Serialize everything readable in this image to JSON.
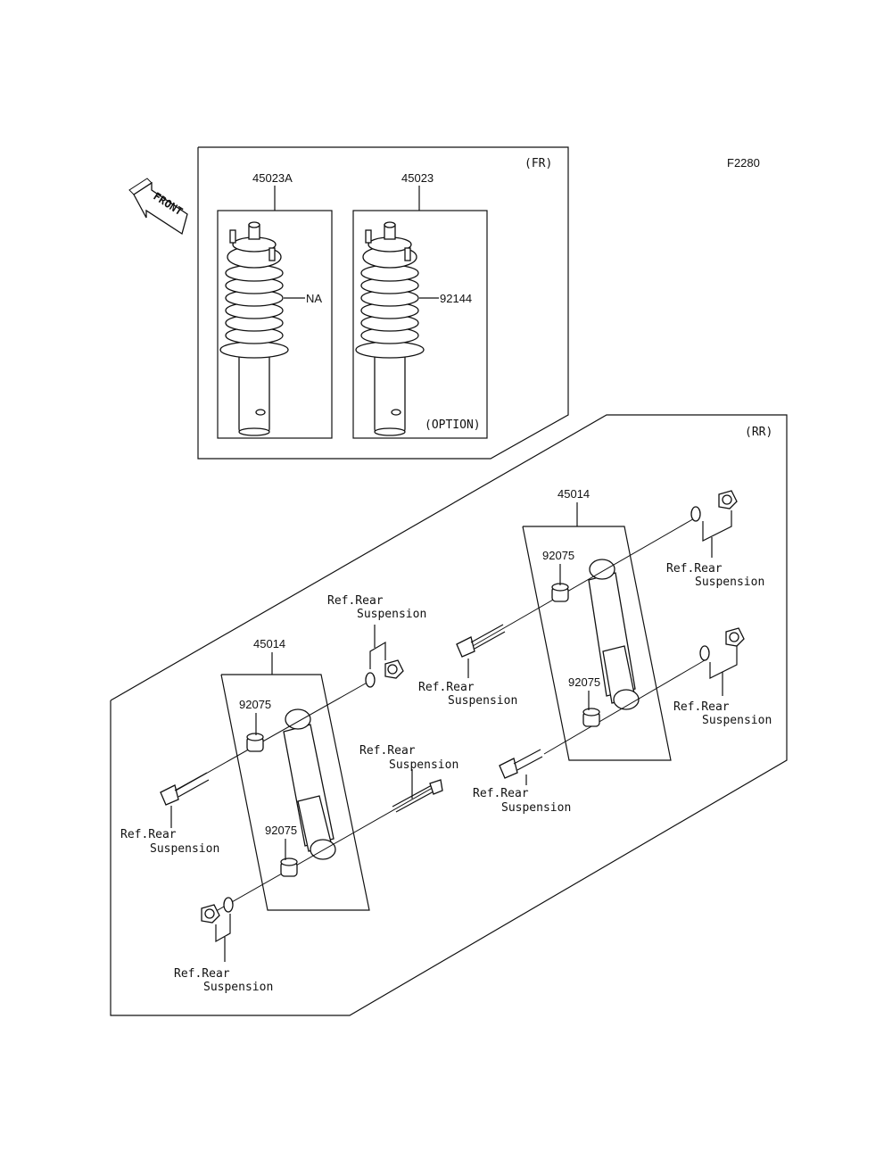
{
  "figure_code": "F2280",
  "front_arrow_label": "FRONT",
  "front_section": {
    "tag": "(FR)",
    "option_label": "(OPTION)",
    "parts": {
      "assy_a": "45023A",
      "assy_b": "45023",
      "spring_a": "NA",
      "spring_b": "92144"
    }
  },
  "rear_section": {
    "tag": "(RR)",
    "shock_left": "45014",
    "shock_right": "45014",
    "bushing": "92075",
    "ref_line1": "Ref.Rear",
    "ref_line2": "Suspension"
  }
}
